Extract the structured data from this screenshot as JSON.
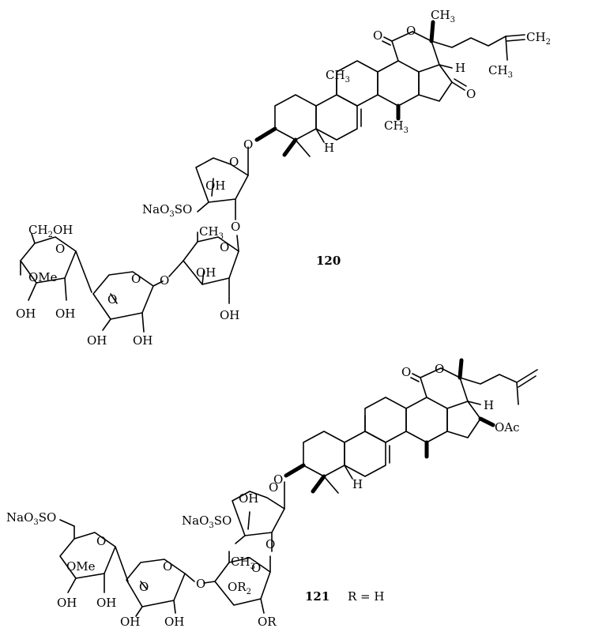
{
  "compounds": [
    {
      "number": "120",
      "labels": {
        "me_c10": "CH",
        "ch3_c13": "CH",
        "ch3_side": "CH",
        "ch2_terminal": "CH",
        "ch3_terminal": "CH",
        "h_c17": "H",
        "h_c5": "H",
        "ketone_o": "O",
        "lactone_o": "O",
        "lactone_co": "O",
        "glycoside_o": "O",
        "xylose_ring_o": "O",
        "xylose_oh": "OH",
        "sulfate": "NaO",
        "sulfate_tail": "SO",
        "link_o2": "O",
        "quinovose_ch3": "CH",
        "quinovose_ring_o": "O",
        "quinovose_oh3": "OH",
        "quinovose_oh2": "OH",
        "link_o3": "O",
        "glc_ring_o": "O",
        "glc_oh2": "OH",
        "glc_oh3": "OH",
        "link_o4": "O",
        "meglc_ch2oh": "CH",
        "meglc_ch2oh_tail": "OH",
        "meglc_ring_o": "O",
        "meglc_ome": "OMe",
        "meglc_oh4": "OH",
        "meglc_oh2": "OH",
        "subscript_3": "3",
        "subscript_2": "2"
      }
    },
    {
      "number": "121",
      "r_note": "R = H",
      "labels": {
        "h_c17": "H",
        "h_c5": "H",
        "oac": "OAc",
        "lactone_o": "O",
        "lactone_co": "O",
        "glycoside_o": "O",
        "xylose_ring_o": "O",
        "xylose_oh": "OH",
        "sulfate": "NaO",
        "sulfate_tail": "SO",
        "link_o2": "O",
        "quinovose_ch3": "CH",
        "quinovose_ring_o": "O",
        "quinovose_or2": "OR",
        "quinovose_or": "OR",
        "link_o3": "O",
        "glc_ring_o": "O",
        "glc_oh2": "OH",
        "glc_oh3": "OH",
        "link_o4": "O",
        "meglc_sulfate": "NaO",
        "meglc_sulfate_tail": "SO",
        "meglc_ring_o": "O",
        "meglc_ome": "OMe",
        "meglc_oh4": "OH",
        "meglc_oh2": "OH",
        "subscript_3": "3",
        "subscript_2": "2"
      }
    }
  ]
}
